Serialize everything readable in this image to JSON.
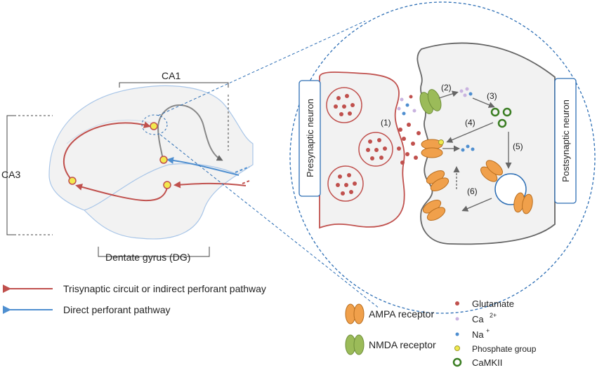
{
  "hippocampus": {
    "ca1_label": "CA1",
    "ca3_label": "CA3",
    "dg_label": "Dentate gyrus (DG)"
  },
  "synapse": {
    "presynaptic_label": "Presynaptic neuron",
    "postsynaptic_label": "Postsynaptic neuron",
    "steps": [
      "(1)",
      "(2)",
      "(3)",
      "(4)",
      "(5)",
      "(6)"
    ]
  },
  "pathway_legend": {
    "trisynaptic": "Trisynaptic circuit or indirect perforant pathway",
    "direct": "Direct perforant pathway"
  },
  "molecule_legend": {
    "ampa": "AMPA receptor",
    "nmda": "NMDA receptor",
    "glutamate": "Glutamate",
    "calcium": "Ca",
    "calcium_charge": "2+",
    "sodium": "Na",
    "sodium_charge": "+",
    "phosphate": "Phosphate group",
    "camkii": "CaMKII"
  },
  "colors": {
    "trisynaptic": "#c0504d",
    "direct": "#4f8fd0",
    "ampa": "#f0a04b",
    "nmda": "#9bbb59",
    "camkii": "#3a7d22",
    "glutamate": "#c0504d"
  }
}
